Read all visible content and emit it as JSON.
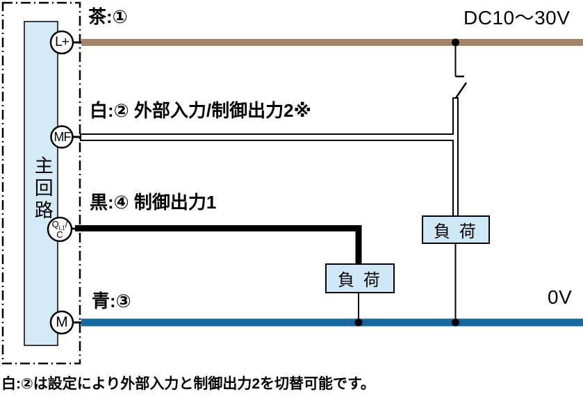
{
  "colors": {
    "brown_wire": "#A5846C",
    "blue_wire": "#16689E",
    "panel_fill": "#D5EAF7",
    "load_fill": "#CFE8F7",
    "black": "#000000"
  },
  "supply": {
    "top_rail": "DC10〜30V",
    "bottom_rail": "0V"
  },
  "wires": {
    "brown_label": "茶:①",
    "white_label": "白:② 外部入力/制御出力2※",
    "black_label": "黒:④ 制御出力1",
    "blue_label": "青:③"
  },
  "device": {
    "main_circuit": "主回路"
  },
  "terminals": {
    "l_plus": "L+",
    "mf": "MF",
    "q": {
      "main": "Q",
      "sub": "L1",
      "slash": "/",
      "second": "C"
    },
    "m": "M"
  },
  "loads": {
    "load1": "負 荷",
    "load2": "負 荷"
  },
  "footnote": "白:②は設定により外部入力と制御出力2を切替可能です。"
}
